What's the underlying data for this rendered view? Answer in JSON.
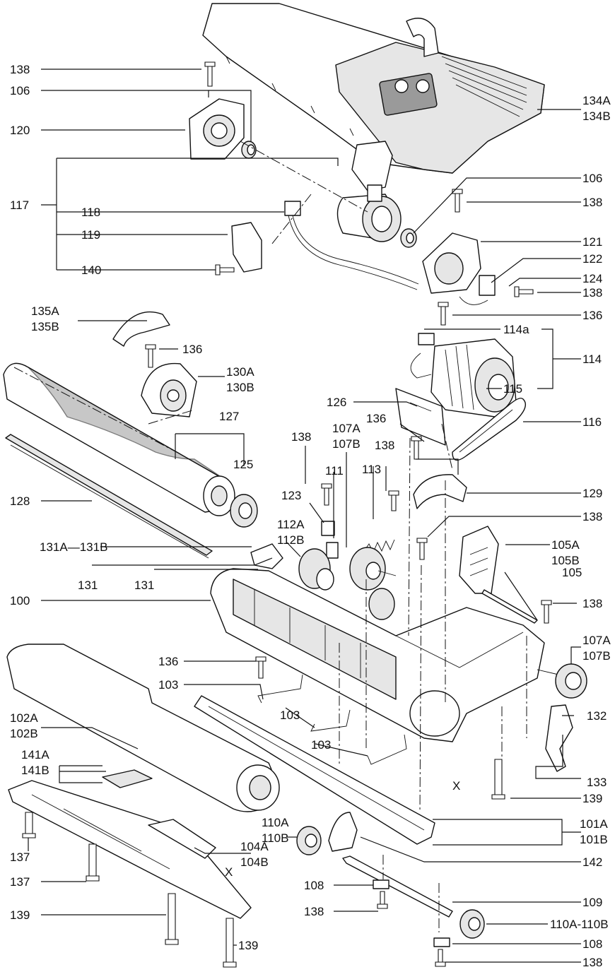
{
  "labels": {
    "p138": "138",
    "p106": "106",
    "p120": "120",
    "p134a": "134A",
    "p134b": "134B",
    "p117": "117",
    "p118": "118",
    "p119": "119",
    "p140": "140",
    "p121": "121",
    "p122": "122",
    "p124": "124",
    "p136": "136",
    "p135a": "135A",
    "p135b": "135B",
    "p130a": "130A",
    "p130b": "130B",
    "p114a": "114a",
    "p114": "114",
    "p115": "115",
    "p116": "116",
    "p126": "126",
    "p127": "127",
    "p125": "125",
    "p128": "128",
    "p107a": "107A",
    "p107b": "107B",
    "p111": "111",
    "p113": "113",
    "p123": "123",
    "p129": "129",
    "p112a": "112A",
    "p112b": "112B",
    "p131ab": "131A—131B",
    "p131": "131",
    "p105a": "105A",
    "p105b": "105B",
    "p105": "105",
    "p100": "100",
    "p103": "103",
    "p102a": "102A",
    "p102b": "102B",
    "p132": "132",
    "p133": "133",
    "p139": "139",
    "p141a": "141A",
    "p141b": "141B",
    "x": "X",
    "p137": "137",
    "p104a": "104A",
    "p104b": "104B",
    "p110a": "110A",
    "p110b": "110B",
    "p101a": "101A",
    "p101b": "101B",
    "p142": "142",
    "p108": "108",
    "p109": "109",
    "p110ab": "110A-110B"
  }
}
